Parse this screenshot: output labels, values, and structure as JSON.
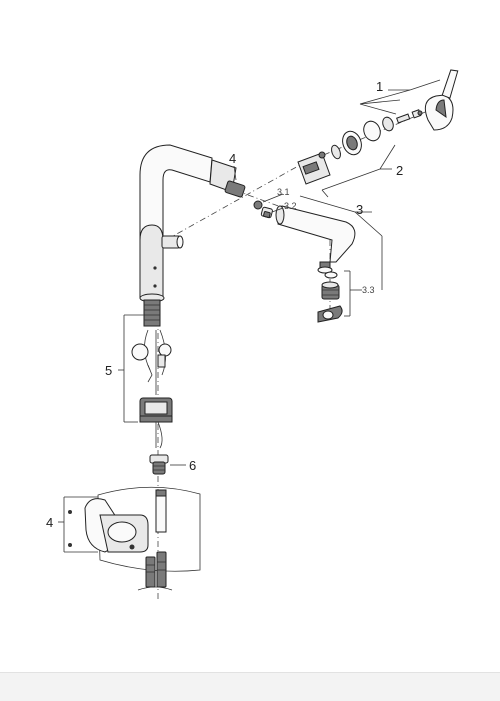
{
  "callouts": {
    "c1": "1",
    "c2": "2",
    "c3": "3",
    "c3_1": "3.1",
    "c3_2": "3.2",
    "c3_3": "3.3",
    "c4_top": "4",
    "c4_bottom": "4",
    "c5": "5",
    "c6": "6"
  }
}
